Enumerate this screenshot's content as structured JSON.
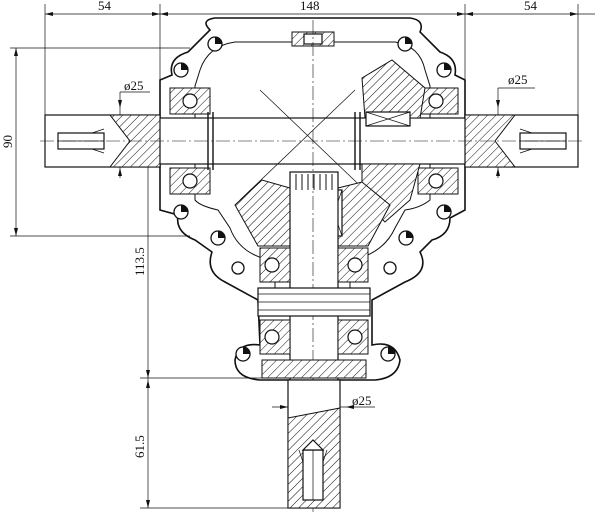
{
  "dimensions": {
    "top_left_width": "54",
    "top_center_width": "148",
    "top_right_width": "54",
    "left_height": "90",
    "left_mid_height": "113.5",
    "left_bottom_height": "61.5",
    "left_shaft_dia": "ø25",
    "right_shaft_dia": "ø25",
    "bottom_shaft_dia": "ø25"
  }
}
